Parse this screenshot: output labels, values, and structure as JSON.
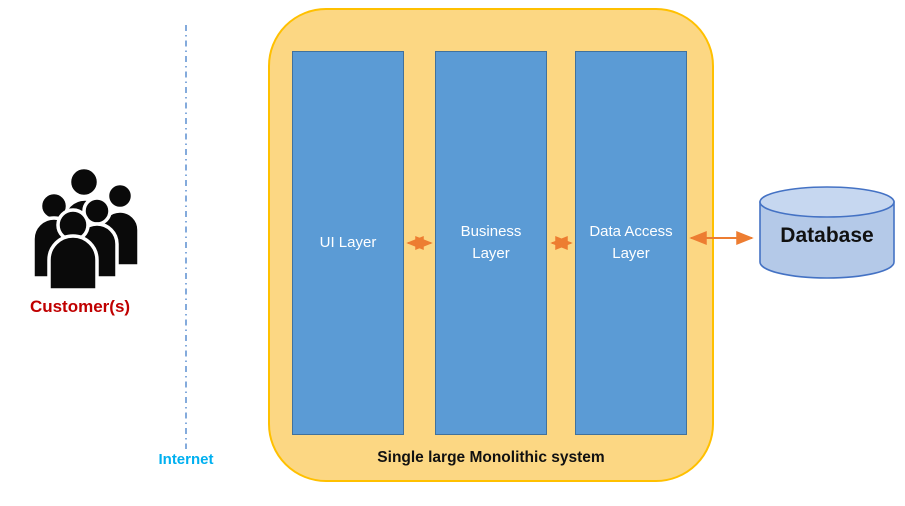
{
  "customer": {
    "label": "Customer(s)"
  },
  "internet": {
    "label": "Internet"
  },
  "monolith": {
    "caption": "Single large Monolithic system",
    "layers": [
      {
        "label": "UI Layer"
      },
      {
        "label": "Business Layer"
      },
      {
        "label": "Data Access Layer"
      }
    ]
  },
  "database": {
    "label": "Database"
  },
  "colors": {
    "customer_label": "#C00000",
    "internet_label": "#00B0F0",
    "internet_line": "#84ABDC",
    "monolith_fill": "#FCD783",
    "monolith_border": "#FFC000",
    "layer_fill": "#5B9BD5",
    "layer_border": "#41719C",
    "layer_text": "#FFFFFF",
    "arrow": "#ED7D31",
    "database_body_fill": "#B4C9E8",
    "database_top_fill": "#C6D7F0",
    "database_border": "#4472C4",
    "people_icon": "#000000"
  }
}
